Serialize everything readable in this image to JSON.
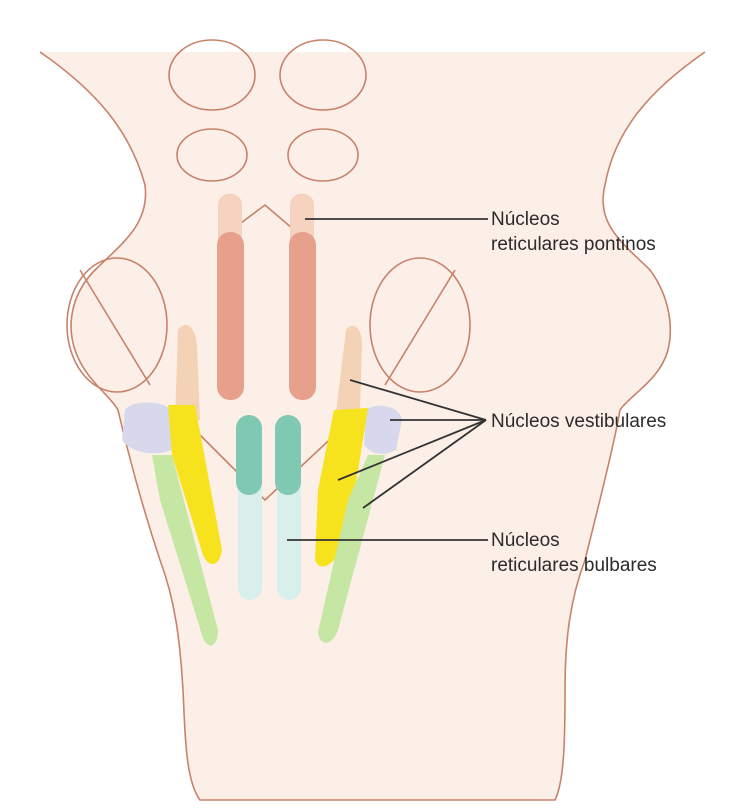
{
  "labels": {
    "pontinos": [
      "Núcleos",
      "reticulares pontinos"
    ],
    "vestibulares": [
      "Núcleos vestibulares"
    ],
    "bulbares": [
      "Núcleos",
      "reticulares bulbares"
    ]
  },
  "colors": {
    "outline": "#c8826a",
    "body_fill": "#fcefe8",
    "pontine_reticular": "#e6a08c",
    "pontine_reticular_light": "#f6d2c0",
    "bulbar_reticular": "#7fc8b2",
    "bulbar_reticular_light": "#d8efec",
    "vestibular_yellow": "#f7e21e",
    "vestibular_lavender": "#d8d8ec",
    "vestibular_green": "#c6e6a4",
    "tan": "#f3d2b6",
    "leader": "#333333"
  }
}
